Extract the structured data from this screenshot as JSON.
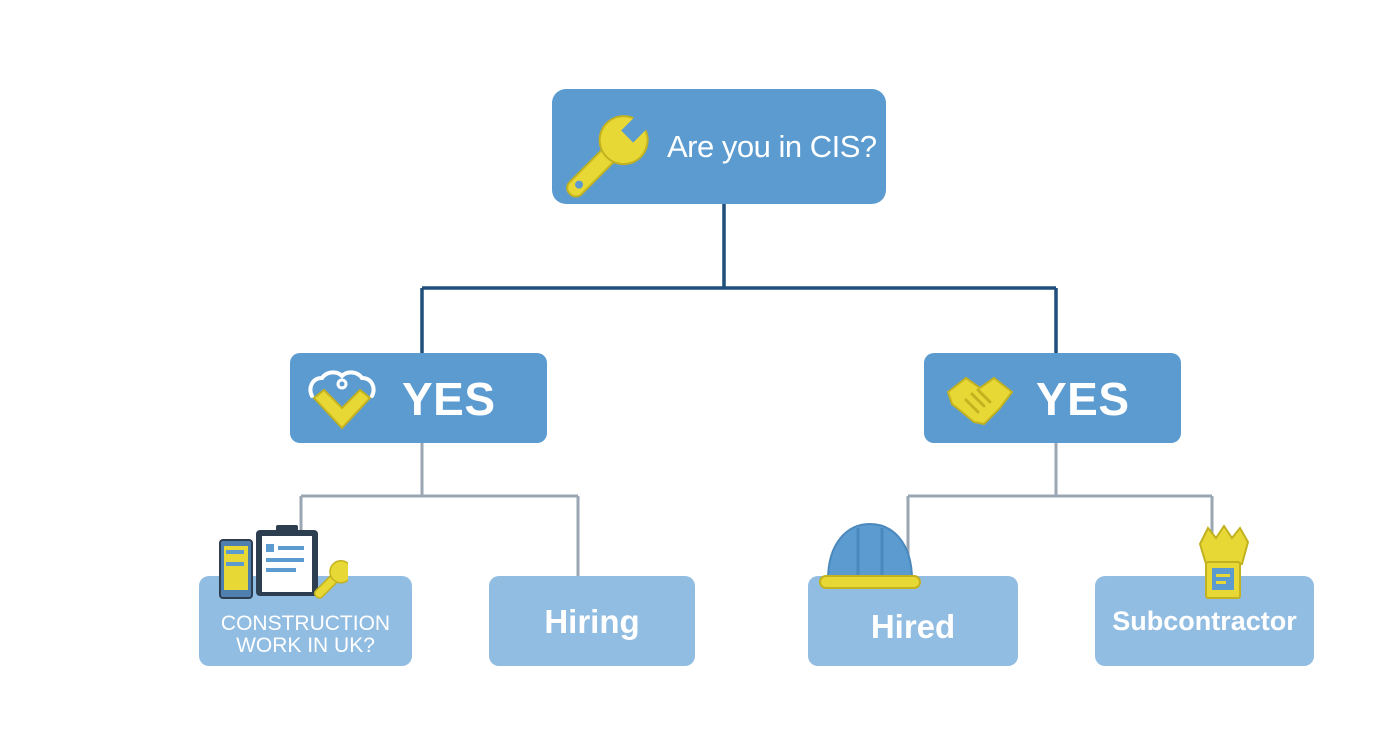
{
  "root": {
    "label": "Are you in CIS?",
    "icon": "wrench-icon"
  },
  "branches": [
    {
      "label": "YES",
      "icon": "shield-heart-icon",
      "children": [
        {
          "label_line1": "CONSTRUCTION",
          "label_line2": "WORK IN UK?",
          "icon": "documents-tablet-icon"
        },
        {
          "label": "Hiring"
        }
      ]
    },
    {
      "label": "YES",
      "icon": "handshake-icon",
      "children": [
        {
          "label": "Hired",
          "icon": "hard-hat-icon"
        },
        {
          "label": "Subcontractor",
          "icon": "toolkit-icon"
        }
      ]
    }
  ],
  "colors": {
    "node_primary": "#5b9bd0",
    "node_leaf": "#92bde2",
    "connector_top": "#1f4f7a",
    "connector_bottom": "#9aa7b2",
    "accent_yellow": "#e8d836"
  }
}
